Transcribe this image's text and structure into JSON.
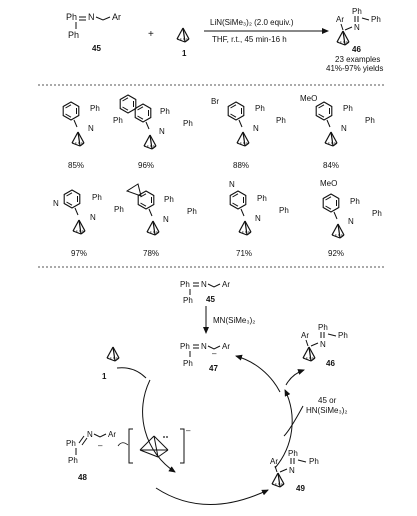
{
  "reaction": {
    "reactant_45": {
      "ph1": "Ph",
      "n": "N",
      "ar": "Ar",
      "ph2": "Ph",
      "label": "45"
    },
    "plus": "+",
    "reactant_1": {
      "label": "1"
    },
    "reagent": "LiN(SiMe₃)₂ (2.0 equiv.)",
    "conditions": "THF, r.t., 45 min-16 h",
    "product_46": {
      "ar": "Ar",
      "ph1": "Ph",
      "ph2": "Ph",
      "n": "N",
      "label": "46"
    },
    "examples": "23 examples",
    "yields": "41%-97% yields"
  },
  "scope": {
    "common": {
      "ph": "Ph",
      "n": "N"
    },
    "br": "Br",
    "meo": "MeO",
    "pyr_n": "N",
    "yields": [
      "85%",
      "96%",
      "88%",
      "84%",
      "97%",
      "78%",
      "71%",
      "92%"
    ]
  },
  "mechanism": {
    "top": {
      "ph1": "Ph",
      "n": "N",
      "ar": "Ar",
      "ph2": "Ph",
      "label": "45"
    },
    "base": "MN(SiMe₃)₂",
    "c47": {
      "ph1": "Ph",
      "n": "N",
      "ar": "Ar",
      "ph2": "Ph",
      "label": "47",
      "charge": "–"
    },
    "c1": {
      "label": "1"
    },
    "c46": {
      "ar": "Ar",
      "ph1": "Ph",
      "ph2": "Ph",
      "n": "N",
      "label": "46"
    },
    "regen": {
      "line1": "45 or",
      "line2": "HN(SiMe₃)₂"
    },
    "c48": {
      "ph1": "Ph",
      "n": "N",
      "ar": "Ar",
      "ph2": "Ph",
      "label": "48",
      "charge": "–"
    },
    "c49": {
      "ar": "Ar",
      "ph1": "Ph",
      "ph2": "Ph",
      "n": "N",
      "label": "49"
    }
  }
}
